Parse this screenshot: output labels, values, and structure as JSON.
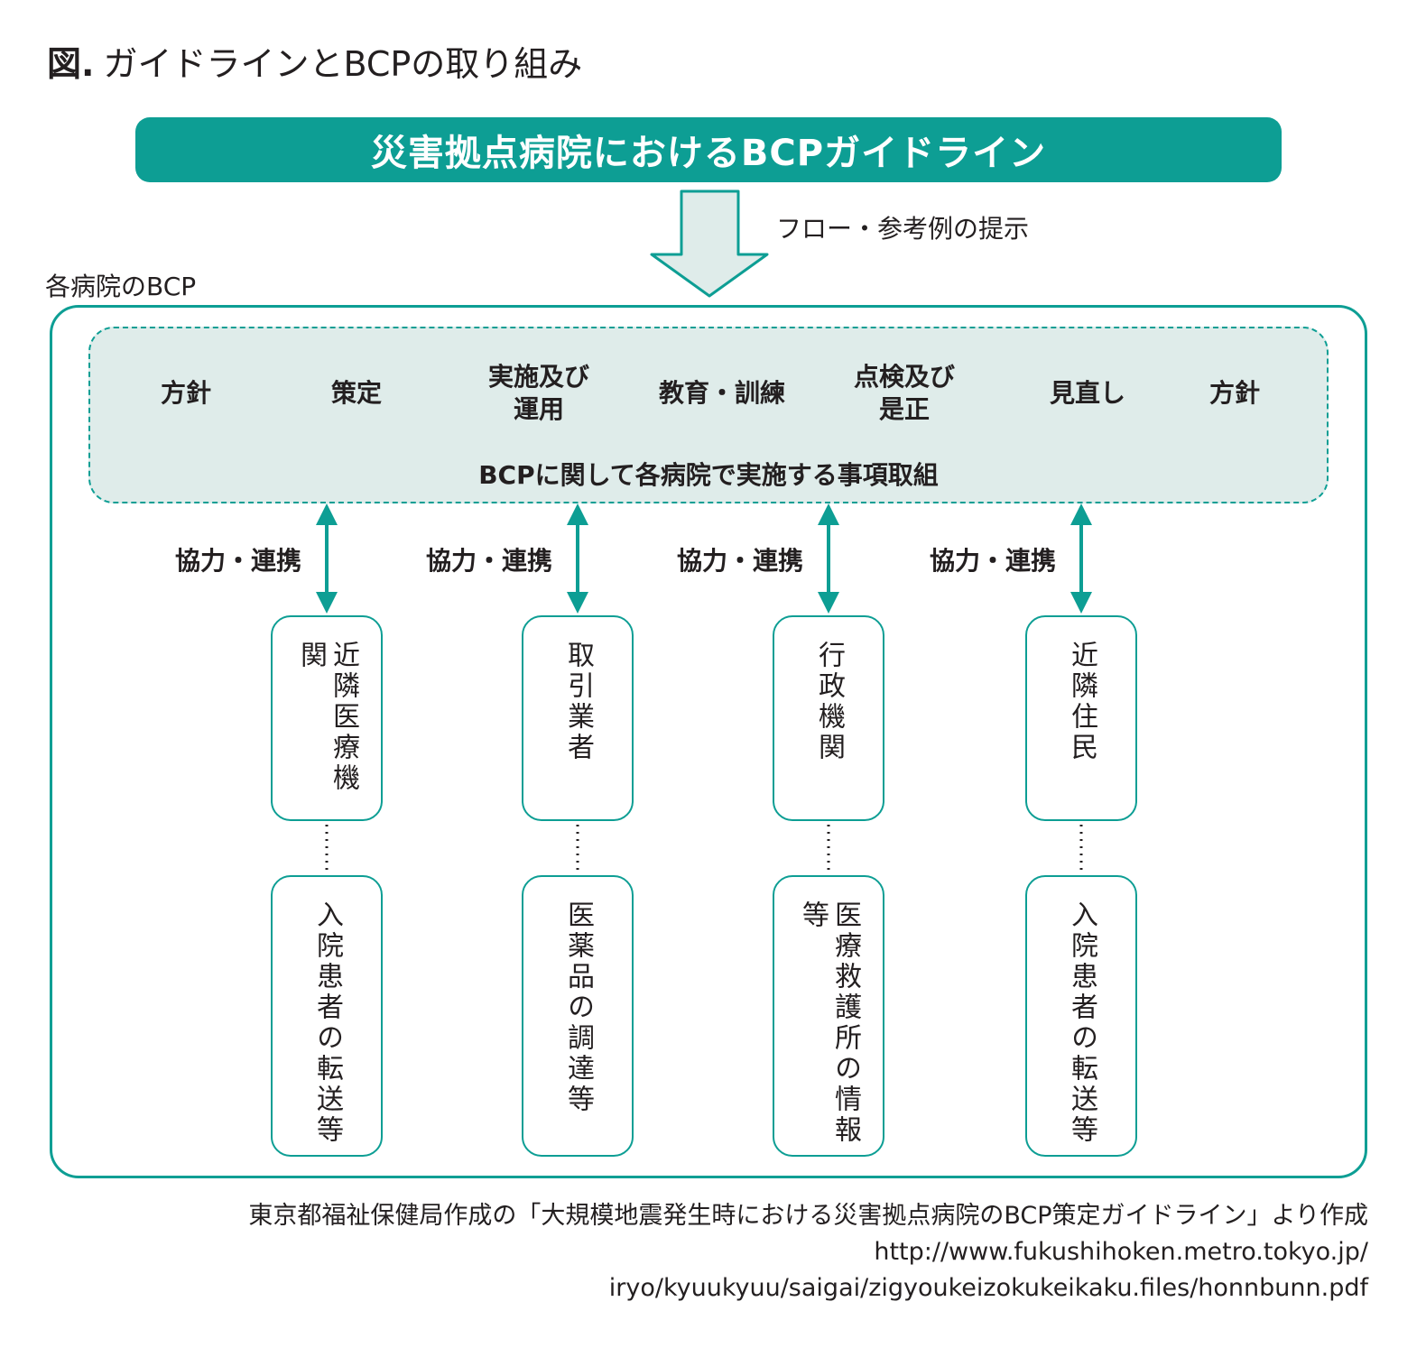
{
  "figure_title": {
    "number": "図.",
    "text": "ガイドラインとBCPの取り組み"
  },
  "banner": "災害拠点病院におけるBCPガイドライン",
  "arrow_label": "フロー・参考例の提示",
  "section_label": "各病院のBCP",
  "process_steps": [
    "方針",
    "策定",
    "実施及び\n運用",
    "教育・訓練",
    "点検及び\n是正",
    "見直し",
    "方針"
  ],
  "process_caption": "BCPに関して各病院で実施する事項取組",
  "cooperation_label": "協力・連携",
  "partners": [
    {
      "top": "近隣医療機関",
      "bottom": "入院患者の転送等"
    },
    {
      "top": "取引業者",
      "bottom": "医薬品の調達等"
    },
    {
      "top": "行政機関",
      "bottom": "医療救護所の情報等"
    },
    {
      "top": "近隣住民",
      "bottom": "入院患者の転送等"
    }
  ],
  "source": [
    "東京都福祉保健局作成の「大規模地震発生時における災害拠点病院のBCP策定ガイドライン」より作成",
    "http://www.fukushihoken.metro.tokyo.jp/",
    "iryo/kyuukyuu/saigai/zigyoukeizokukeikaku.files/honnbunn.pdf"
  ],
  "colors": {
    "teal": "#0d9e94",
    "light_teal": "#dfecea",
    "text": "#231f20"
  }
}
